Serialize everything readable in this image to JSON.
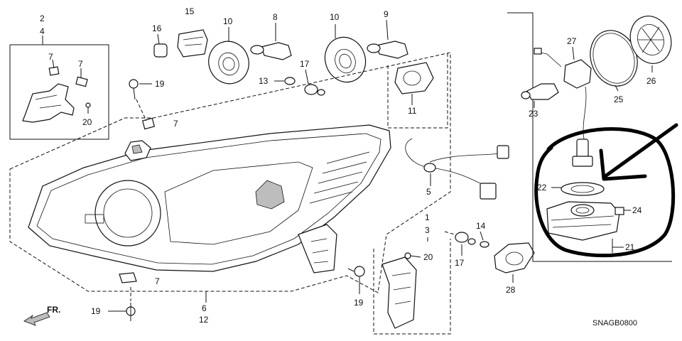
{
  "diagram": {
    "labels": {
      "p2": "2",
      "p4": "4",
      "p7a": "7",
      "p7b": "7",
      "p7c": "7",
      "p7d": "7",
      "p20a": "20",
      "p20b": "20",
      "p16": "16",
      "p15": "15",
      "p10a": "10",
      "p10b": "10",
      "p8": "8",
      "p9": "9",
      "p19a": "19",
      "p19b": "19",
      "p19c": "19",
      "p13": "13",
      "p17a": "17",
      "p17b": "17",
      "p11": "11",
      "p5": "5",
      "p1": "1",
      "p3": "3",
      "p6": "6",
      "p12": "12",
      "p14": "14",
      "p28": "28",
      "p27": "27",
      "p25": "25",
      "p26": "26",
      "p23": "23",
      "p22": "22",
      "p24": "24",
      "p21": "21"
    },
    "direction": "FR.",
    "figure_code": "SNAGB0800"
  }
}
